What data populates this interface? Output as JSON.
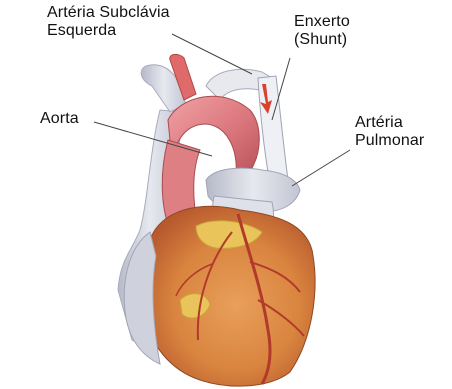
{
  "labels": {
    "subclavian": {
      "line1": "Artéria Subclávia",
      "line2": "Esquerda"
    },
    "graft": {
      "line1": "Enxerto",
      "line2": "(Shunt)"
    },
    "aorta": {
      "line1": "Aorta"
    },
    "pulmonary": {
      "line1": "Artéria",
      "line2": "Pulmonar"
    }
  },
  "colors": {
    "background": "#ffffff",
    "label_text": "#111111",
    "leader_line": "#444444",
    "vessel_pale": "#dcdfe8",
    "vessel_shadow": "#b9bcc9",
    "aorta_red": "#d9737a",
    "heart_orange": "#d9904a",
    "heart_red": "#c0392b",
    "fat_yellow": "#e8c45a",
    "shunt_arrow": "#d9412b"
  }
}
